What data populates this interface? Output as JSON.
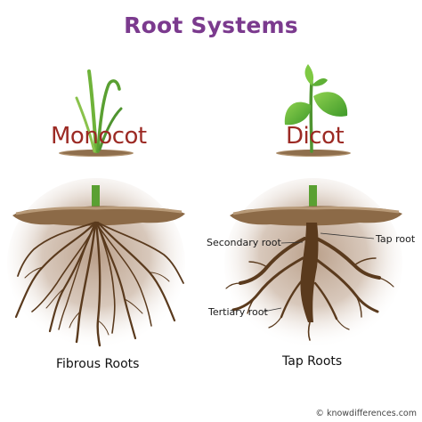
{
  "title": "Root Systems",
  "monocot": {
    "label": "Monocot",
    "caption": "Fibrous Roots"
  },
  "dicot": {
    "label": "Dicot",
    "caption": "Tap Roots",
    "callouts": {
      "secondary": "Secondary root",
      "tap": "Tap root",
      "tertiary": "Tertiary root"
    }
  },
  "credit": "© knowdifferences.com",
  "colors": {
    "title": "#7b3a8e",
    "label": "#9c2a24",
    "root": "#5a3a1d",
    "soil": "#9b7b58",
    "halo": "#b79d86",
    "stem": "#5aa032",
    "leaf": "#6cbf3a"
  }
}
